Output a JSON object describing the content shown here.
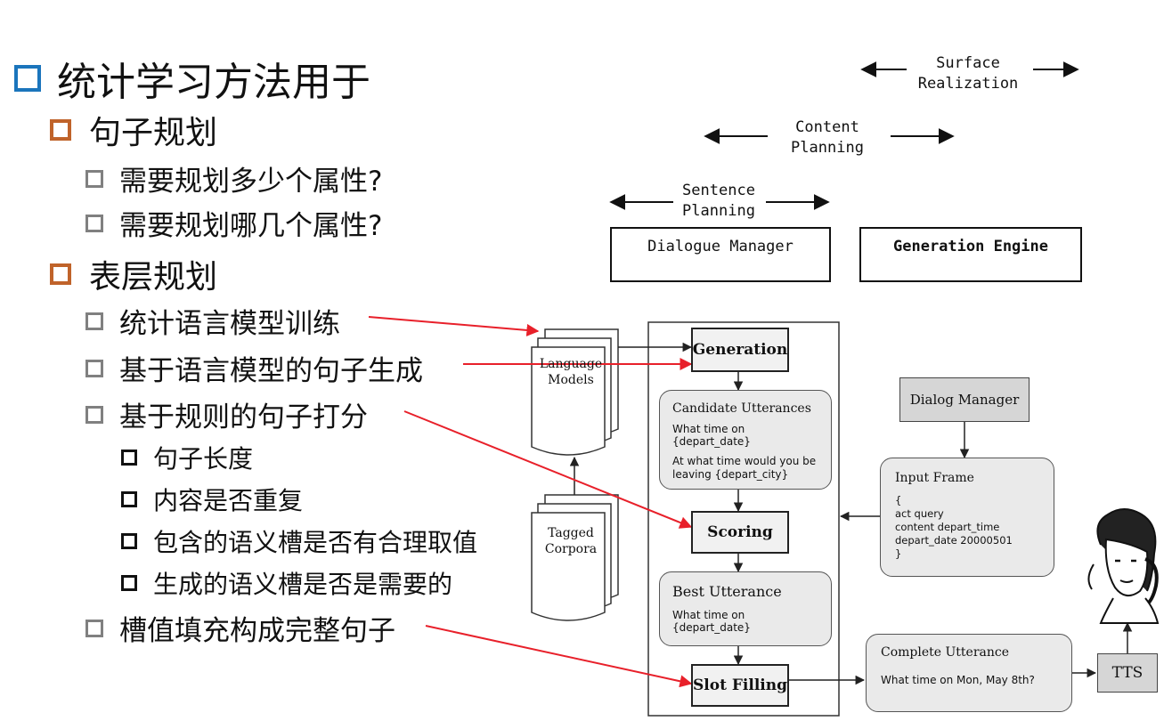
{
  "outline": {
    "title": "统计学习方法用于",
    "sentence_planning": {
      "label": "句子规划",
      "items": [
        "需要规划多少个属性?",
        "需要规划哪几个属性?"
      ]
    },
    "surface_planning": {
      "label": "表层规划",
      "items": [
        "统计语言模型训练",
        "基于语言模型的句子生成",
        "基于规则的句子打分"
      ],
      "scoring_items": [
        "句子长度",
        "内容是否重复",
        "包含的语义槽是否有合理取值",
        "生成的语义槽是否是需要的"
      ],
      "last_item": "槽值填充构成完整句子"
    }
  },
  "diagram": {
    "surface_realization": "Surface\nRealization",
    "content_planning": "Content\nPlanning",
    "sentence_planning": "Sentence\nPlanning",
    "dialogue_manager": "Dialogue Manager",
    "generation_engine": "Generation Engine",
    "language_models": "Language\nModels",
    "tagged_corpora": "Tagged\nCorpora",
    "generation": "Generation",
    "candidate_title": "Candidate Utterances",
    "candidate_line1": "What time on {depart_date}",
    "candidate_line2": "At what time would you be\nleaving {depart_city}",
    "scoring": "Scoring",
    "best_title": "Best Utterance",
    "best_line": "What time on {depart_date}",
    "slot_filling": "Slot Filling",
    "dialog_manager": "Dialog Manager",
    "input_title": "Input Frame",
    "input_lines": "{\nact query\ncontent depart_time\ndepart_date 20000501\n}",
    "complete_title": "Complete Utterance",
    "complete_line": "What time on Mon, May 8th?",
    "tts": "TTS"
  },
  "colors": {
    "blue": "#1b75bc",
    "orange": "#c0632a",
    "red_arrow": "#e8202a"
  }
}
